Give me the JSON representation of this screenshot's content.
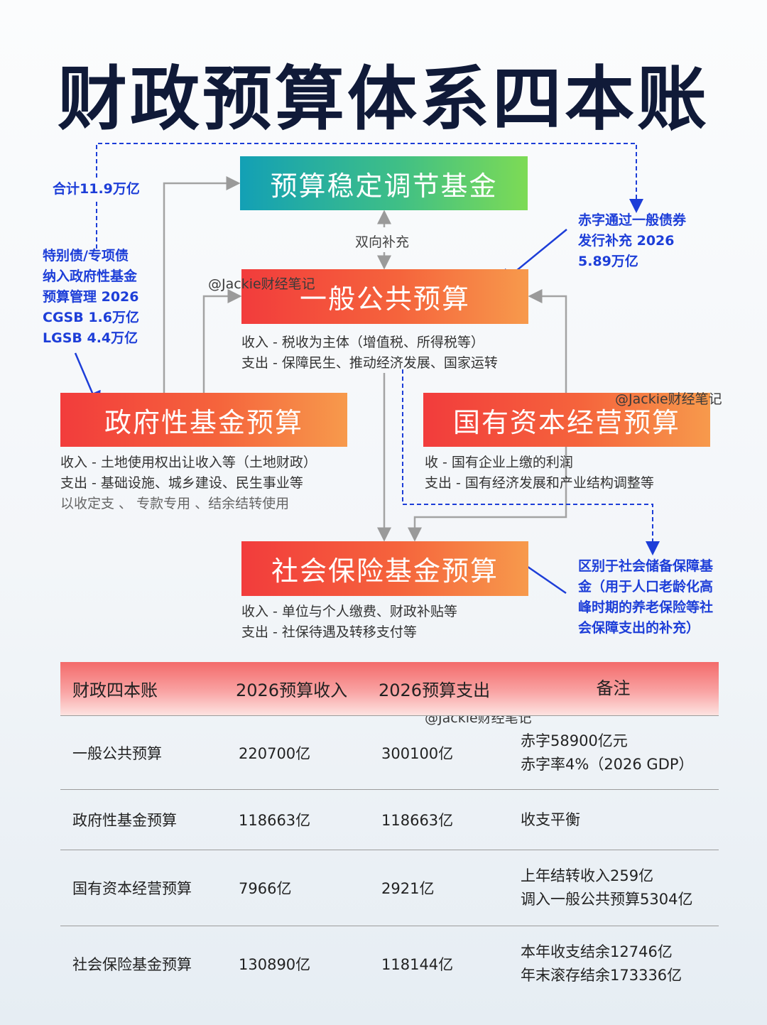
{
  "title": "财政预算体系四本账",
  "boxes": {
    "stabilization": "预算稳定调节基金",
    "general": "一般公共预算",
    "gov_fund": "政府性基金预算",
    "soe": "国有资本经营预算",
    "social": "社会保险基金预算"
  },
  "labels": {
    "two_way": "双向补充"
  },
  "watermark": "@Jackie财经笔记",
  "desc": {
    "general": [
      "收入 - 税收为主体（增值税、所得税等）",
      "支出 - 保障民生、推动经济发展、国家运转"
    ],
    "gov_fund": [
      "收入 - 土地使用权出让收入等（土地财政）",
      "支出 - 基础设施、城乡建设、民生事业等",
      "以收定支 、 专款专用 、结余结转使用"
    ],
    "soe": [
      "收 - 国有企业上缴的利润",
      "支出 - 国有经济发展和产业结构调整等"
    ],
    "social": [
      "收入 - 单位与个人缴费、财政补贴等",
      "支出 - 社保待遇及转移支付等"
    ]
  },
  "notes": {
    "total": "合计11.9万亿",
    "special_bonds": [
      "特别债/专项债",
      "纳入政府性基金",
      "预算管理 2026",
      "CGSB 1.6万亿",
      "LGSB 4.4万亿"
    ],
    "deficit": [
      "赤字通过一般债券",
      "发行补充 2026",
      "5.89万亿"
    ],
    "social_reserve": [
      "区别于社会储备保障基",
      "金（用于人口老龄化高",
      "峰时期的养老保险等社",
      "会保障支出的补充）"
    ]
  },
  "colors": {
    "note_blue": "#1d3ed8",
    "title_navy": "#101a38",
    "box_red": "#f23c3c",
    "box_green": "#7ddb55"
  },
  "table": {
    "headers": [
      "财政四本账",
      "2026预算收入",
      "2026预算支出",
      "备注"
    ],
    "rows": [
      {
        "name": "一般公共预算",
        "income": "220700亿",
        "expense": "300100亿",
        "note": [
          "赤字58900亿元",
          "赤字率4%（2026 GDP）"
        ]
      },
      {
        "name": "政府性基金预算",
        "income": "118663亿",
        "expense": "118663亿",
        "note": [
          "收支平衡"
        ]
      },
      {
        "name": "国有资本经营预算",
        "income": "7966亿",
        "expense": "2921亿",
        "note": [
          "上年结转收入259亿",
          "调入一般公共预算5304亿"
        ]
      },
      {
        "name": "社会保险基金预算",
        "income": "130890亿",
        "expense": "118144亿",
        "note": [
          "本年收支结余12746亿",
          "年末滚存结余173336亿"
        ]
      }
    ]
  }
}
